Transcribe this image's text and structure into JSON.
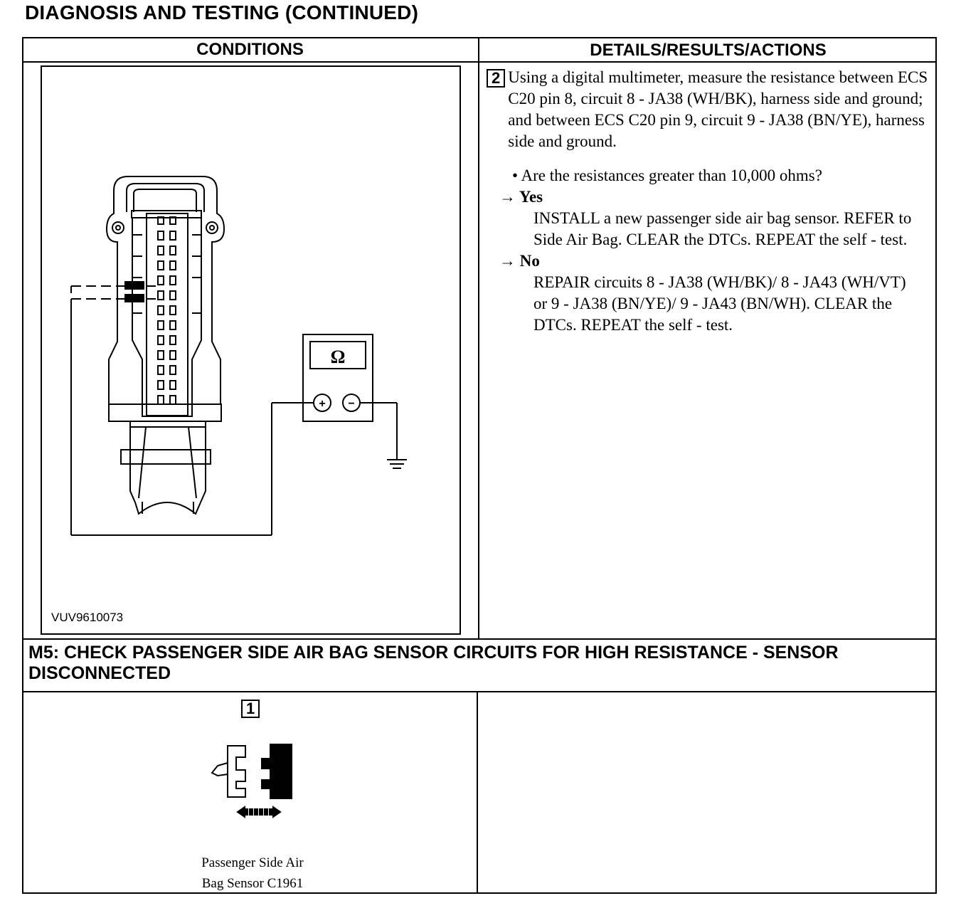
{
  "page": {
    "title": "DIAGNOSIS AND TESTING (CONTINUED)"
  },
  "table": {
    "headers": {
      "conditions": "CONDITIONS",
      "details": "DETAILS/RESULTS/ACTIONS"
    }
  },
  "step2": {
    "number": "2",
    "instruction": "Using a digital multimeter, measure the resistance between ECS C20 pin 8, circuit 8 - JA38 (WH/BK), harness side and ground; and between ECS C20 pin 9, circuit 9 - JA38 (BN/YE), harness side and ground.",
    "question": "• Are the resistances greater than 10,000 ohms?",
    "yes": {
      "label": "→ Yes",
      "action": "INSTALL a new passenger side air bag sensor. REFER to Side Air Bag. CLEAR the DTCs. REPEAT the self - test."
    },
    "no": {
      "label": "→ No",
      "action": "REPAIR circuits 8 - JA38 (WH/BK)/ 8 - JA43 (WH/VT) or 9 - JA38 (BN/YE)/ 9 - JA43 (BN/WH). CLEAR the DTCs. REPEAT the self - test."
    }
  },
  "figure": {
    "code": "VUV9610073",
    "meter_symbol": "Ω",
    "plus": "+",
    "minus": "−"
  },
  "section_m5": {
    "title": "M5: CHECK PASSENGER SIDE AIR BAG SENSOR CIRCUITS FOR HIGH RESISTANCE - SENSOR DISCONNECTED",
    "step_number": "1",
    "caption_line1": "Passenger Side Air",
    "caption_line2": "Bag Sensor C1961"
  },
  "icons": [
    "ohmmeter-icon",
    "ground-symbol-icon",
    "connector-icon",
    "disconnect-arrow-icon"
  ]
}
